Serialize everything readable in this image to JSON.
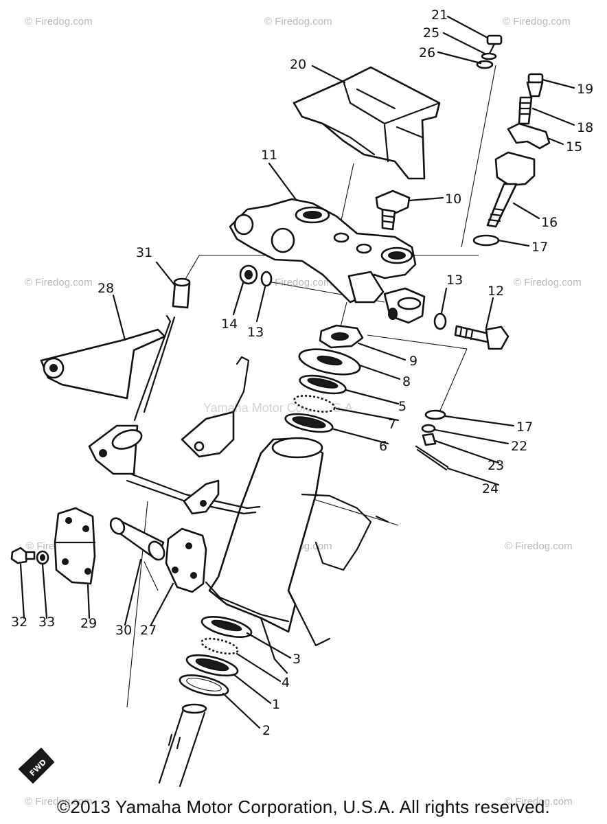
{
  "watermarks": {
    "site": "© Firedog.com",
    "maker": "Yamaha Motor Corp. U.S.A."
  },
  "callouts": [
    "1",
    "2",
    "3",
    "4",
    "5",
    "6",
    "7",
    "8",
    "9",
    "10",
    "11",
    "12",
    "13",
    "13",
    "14",
    "15",
    "16",
    "17",
    "17",
    "18",
    "19",
    "20",
    "21",
    "22",
    "23",
    "24",
    "25",
    "26",
    "27",
    "28",
    "29",
    "30",
    "31",
    "32",
    "33"
  ],
  "fwd_label": "FWD",
  "copyright": "©2013 Yamaha Motor Corporation, U.S.A. All rights reserved."
}
